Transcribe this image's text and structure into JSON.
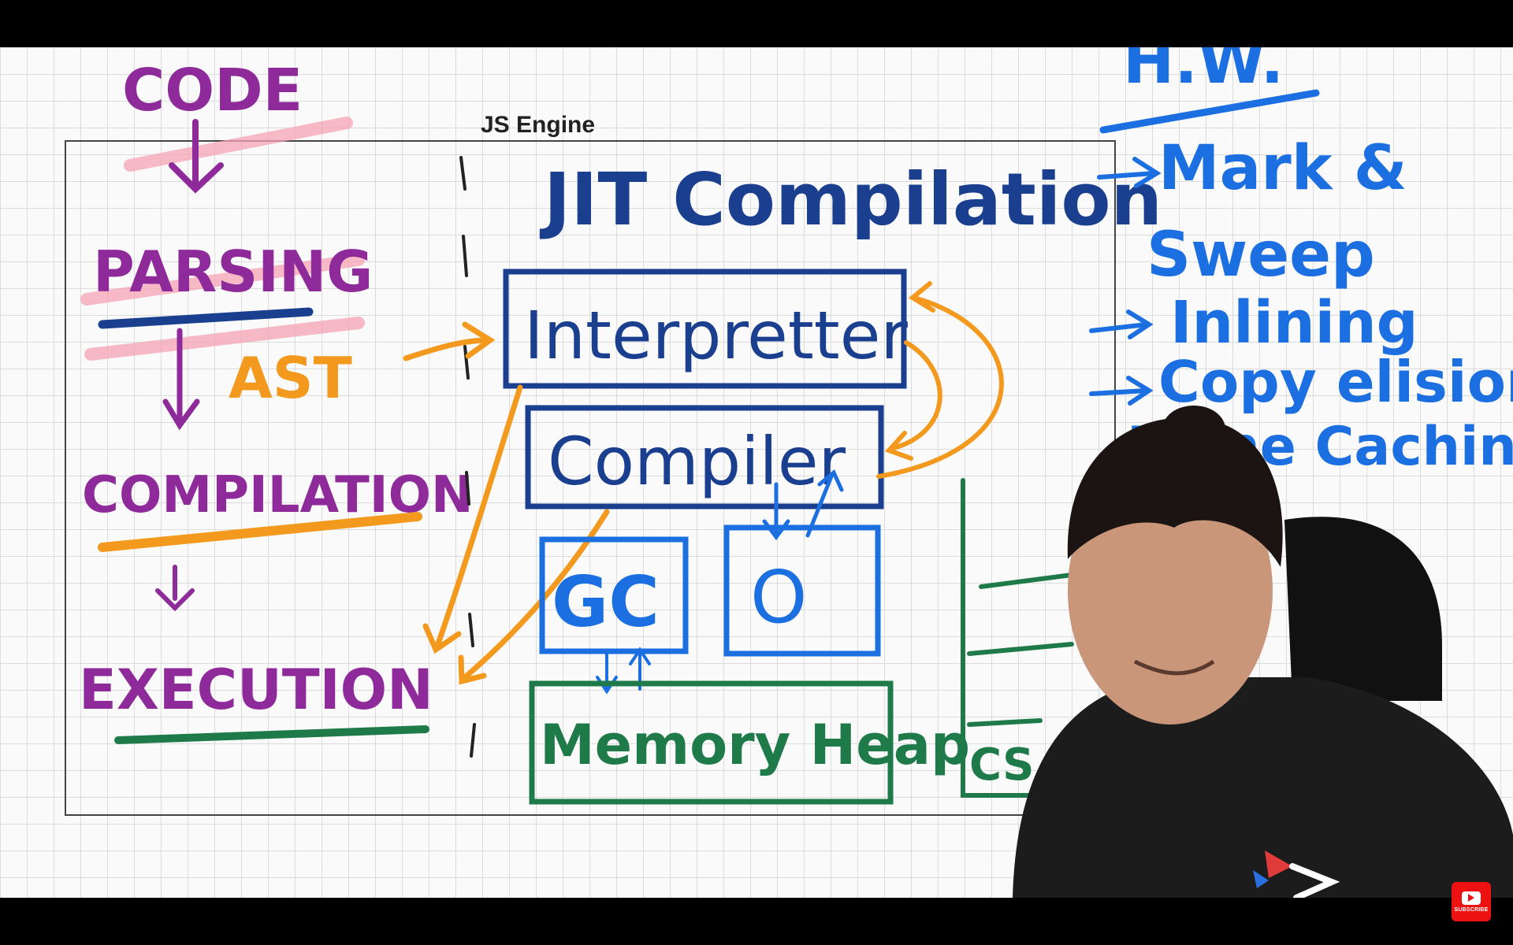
{
  "engine_label": "JS Engine",
  "pipeline": {
    "code": "CODE",
    "parsing": "PARSING",
    "ast": "AST",
    "compilation": "COMPILATION",
    "execution": "EXECUTION"
  },
  "jit_title": "JIT Compilation",
  "boxes": {
    "interpreter": "Interpretter",
    "compiler": "Compiler",
    "gc": "GC",
    "optimizer": "O",
    "memory_heap": "Memory Heap",
    "call_stack": "CS"
  },
  "homework": {
    "title": "H.W.",
    "items": [
      "Mark &",
      "Sweep",
      "Inlining",
      "Copy elision",
      "Inline Caching"
    ]
  },
  "overlay": {
    "subscribe_label": "SUBSCRIBE"
  },
  "colors": {
    "purple": "#8e2a9a",
    "orange": "#f39a1e",
    "dark_blue": "#1a3f8f",
    "light_blue": "#1b6fe0",
    "green": "#1f7a4a",
    "pink_highlight": "#f5a3b3"
  }
}
